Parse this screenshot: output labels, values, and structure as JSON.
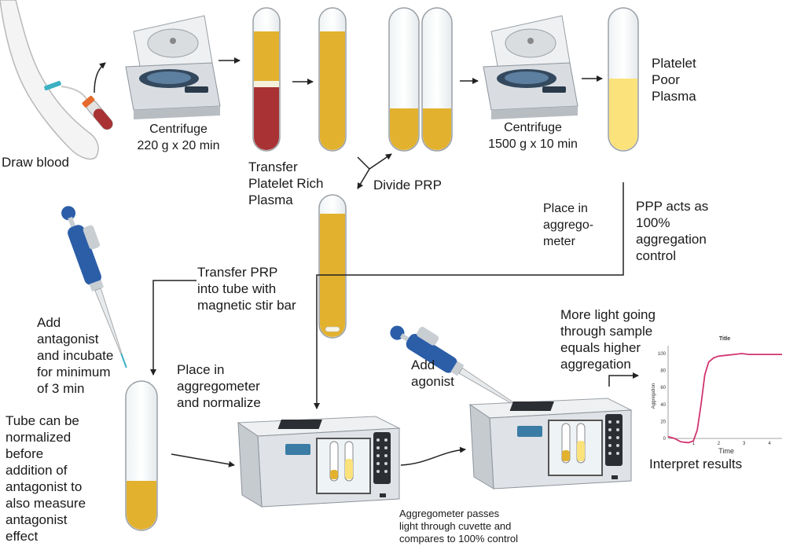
{
  "labels": {
    "draw_blood": "Draw blood",
    "centrifuge_1": "Centrifuge\n220 g x 20 min",
    "transfer_prp": "Transfer\nPlatelet Rich\nPlasma",
    "divide_prp": "Divide PRP",
    "centrifuge_2": "Centrifuge\n1500 g x 10 min",
    "ppp": "Platelet\nPoor\nPlasma",
    "place_in_aggregometer": "Place in\naggrego-\nmeter",
    "ppp_control": "PPP acts as\n100%\naggregation\ncontrol",
    "transfer_prp_stir": "Transfer PRP\ninto tube with\nmagnetic stir bar",
    "add_antagonist": "Add\nantagonist\nand incubate\nfor minimum\nof 3 min",
    "place_normalize": "Place in\naggregometer\nand normalize",
    "tube_normalized": "Tube can be\nnormalized\nbefore\naddition of\nantagonist to\nalso measure\nantagonist\neffect",
    "add_agonist": "Add\nagonist",
    "more_light": "More light going\nthrough sample\nequals higher\naggregation",
    "aggregometer_passes": "Aggregometer passes\nlight through cuvette and\ncompares to 100% control",
    "interpret": "Interpret results"
  },
  "colors": {
    "plasma_yellow": "#e2b12e",
    "red_cells": "#a83234",
    "ppp_yellow": "#fbe27a",
    "machine_gray": "#dfe2e6",
    "pipette_blue": "#2c5ea8",
    "curve_pink": "#d1346f",
    "arrow": "#222222"
  },
  "chart_data": {
    "type": "line",
    "title": "Title",
    "xlabel": "Time",
    "ylabel": "Aggregation",
    "x_ticks": [
      1,
      2,
      3,
      4
    ],
    "y_ticks": [
      0,
      20,
      40,
      60,
      80,
      100
    ],
    "xlim": [
      0,
      4.5
    ],
    "ylim": [
      0,
      100
    ],
    "series": [
      {
        "x": [
          0,
          0.25,
          0.5,
          0.8,
          1.0,
          1.15,
          1.3,
          1.45,
          1.6,
          1.8,
          2.0,
          2.3,
          2.6,
          2.9,
          3.2,
          3.6,
          4.0,
          4.5
        ],
        "y": [
          2,
          0,
          -4,
          -5,
          -3,
          10,
          40,
          75,
          90,
          95,
          97,
          98,
          99,
          100,
          99,
          99,
          99,
          99
        ]
      }
    ]
  }
}
